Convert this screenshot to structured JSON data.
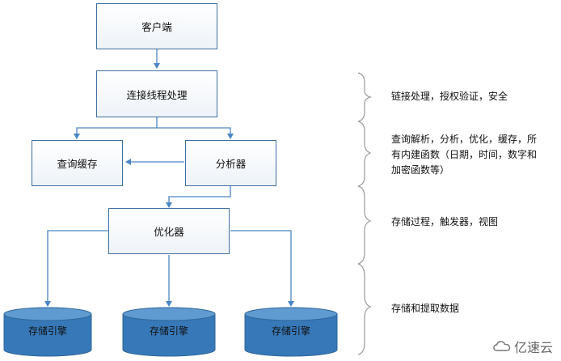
{
  "nodes": {
    "client": "客户端",
    "connection": "连接线程处理",
    "query_cache": "查询缓存",
    "analyzer": "分析器",
    "optimizer": "优化器",
    "engine1": "存储引擎",
    "engine2": "存储引擎",
    "engine3": "存储引擎"
  },
  "notes": {
    "n1": "链接处理，授权验证，安全",
    "n2": "查询解析，分析，优化，缓存，所\n有内建函数（日期，时间，数字和\n加密函数等）",
    "n3": "存储过程，触发器，视图",
    "n4": "存储和提取数据"
  },
  "watermark": "亿速云",
  "colors": {
    "box_border": "#3f6f9f",
    "arrow": "#4a86c5",
    "cylinder_fill": "#3778b8",
    "cylinder_top": "#5f9bd1",
    "brace": "#9a9a9a"
  }
}
